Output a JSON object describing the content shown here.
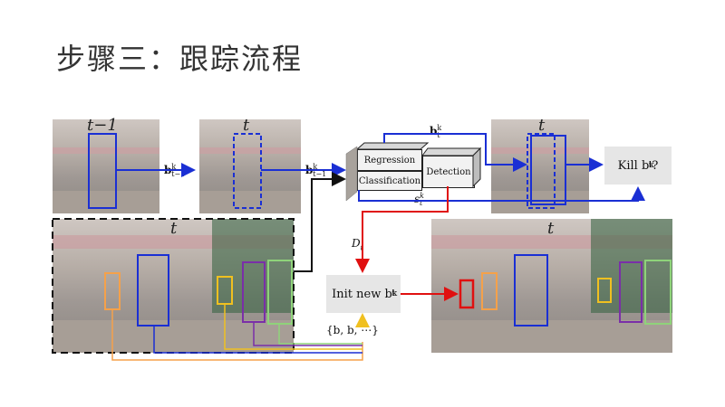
{
  "slide": {
    "title": "步骤三：跟踪流程"
  },
  "frames": {
    "prev_label": "t−1",
    "curr_label": "t",
    "det_label": "t",
    "out_label": "t",
    "big_label": "t"
  },
  "network": {
    "regression": "Regression",
    "classification": "Classification",
    "detection": "Detection"
  },
  "labels": {
    "b_prev": "b",
    "b_prev_sup": "k",
    "b_prev_sub": "t−1",
    "b_top": "b",
    "b_top_sup": "k",
    "b_top_sub": "t",
    "score": "s",
    "score_sup": "k",
    "score_sub": "t",
    "dets": "D",
    "dets_sub": "t",
    "new_set": "{b, b, ⋯}"
  },
  "actions": {
    "kill": "Kill b",
    "kill_sup": "k",
    "kill_sub": "t",
    "kill_q": "?",
    "init": "Init new b",
    "init_sup": "k",
    "init_sub": "t"
  },
  "colors": {
    "blue": "#1a2fd4",
    "red": "#e01010",
    "orange": "#f5a14a",
    "yellow": "#f0c020",
    "purple": "#7a2fa8",
    "green": "#8fd37a",
    "gray_box": "#e6e6e6"
  }
}
